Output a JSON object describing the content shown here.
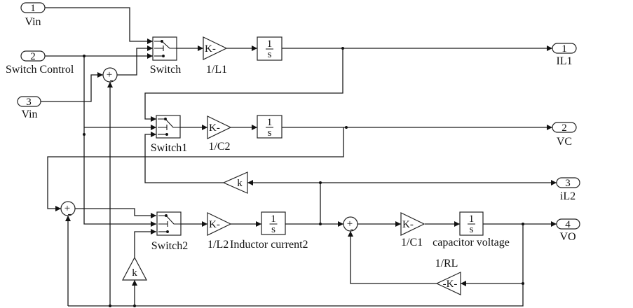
{
  "diagram": {
    "inports": [
      {
        "number": "1",
        "name": "Vin"
      },
      {
        "number": "2",
        "name": "Switch Control"
      },
      {
        "number": "3",
        "name": "Vin"
      }
    ],
    "outports": [
      {
        "number": "1",
        "name": "IL1"
      },
      {
        "number": "2",
        "name": "VC"
      },
      {
        "number": "3",
        "name": "iL2"
      },
      {
        "number": "4",
        "name": "VO"
      }
    ],
    "switches": [
      {
        "name": "Switch"
      },
      {
        "name": "Switch1"
      },
      {
        "name": "Switch2"
      }
    ],
    "gains": [
      {
        "glyph": "K-",
        "name": "1/L1"
      },
      {
        "glyph": "K-",
        "name": "1/C2"
      },
      {
        "glyph": "K-",
        "name": "1/L2"
      },
      {
        "glyph": "K-",
        "name": "1/C1"
      },
      {
        "glyph": "-K-",
        "name": "1/RL"
      },
      {
        "glyph": "k",
        "name": ""
      },
      {
        "glyph": "k",
        "name": ""
      }
    ],
    "integrators": [
      {
        "numerator": "1",
        "denominator": "s",
        "name": ""
      },
      {
        "numerator": "1",
        "denominator": "s",
        "name": ""
      },
      {
        "numerator": "1",
        "denominator": "s",
        "name": "Inductor current2"
      },
      {
        "numerator": "1",
        "denominator": "s",
        "name": "capacitor voltage"
      }
    ],
    "sum_signs": {
      "plus": "+",
      "minus": "-"
    }
  }
}
